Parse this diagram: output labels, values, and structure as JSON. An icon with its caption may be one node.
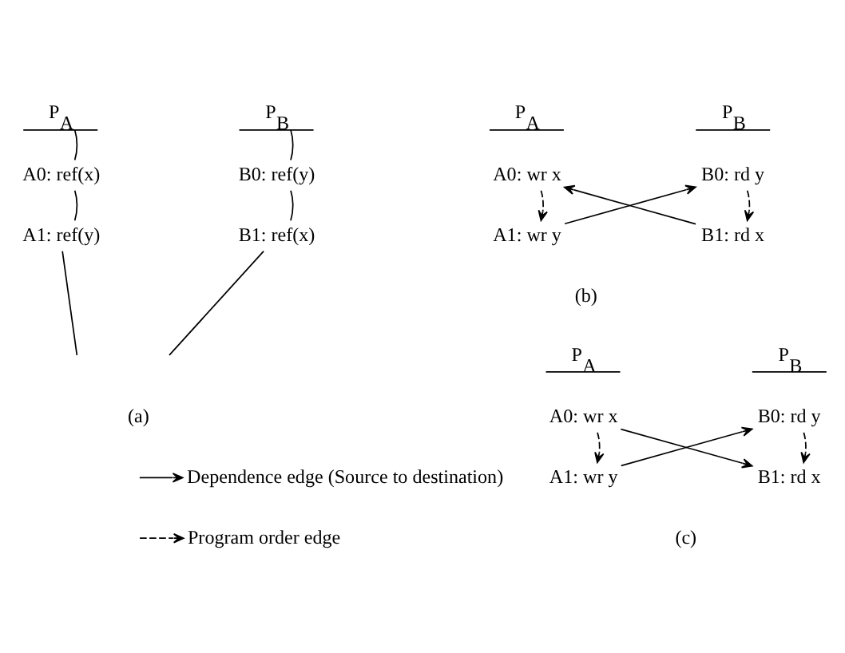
{
  "diagram": {
    "nodes": [
      {
        "text": [
          "P$_{A}$"
        ]
      },
      {
        "text": [
          "P$_{B}$"
        ]
      },
      {
        "text": [
          "A0: ref(x)"
        ]
      },
      {
        "text": [
          "B0: ref(y)"
        ]
      },
      {
        "text": [
          "A1: ref(y)"
        ]
      },
      {
        "text": [
          "B1: ref(x)"
        ]
      },
      {
        "text": [
          "P$_{A}$"
        ]
      },
      {
        "text": [
          "P$_{B}$"
        ]
      },
      {
        "text": [
          "A0: wr x"
        ]
      },
      {
        "text": [
          "B0: rd y"
        ]
      },
      {
        "text": [
          "A1: wr y"
        ]
      },
      {
        "text": [
          "B1: rd x"
        ]
      },
      {
        "text": [
          "P$_{A}$"
        ]
      },
      {
        "text": [
          "P$_{B}$"
        ]
      },
      {
        "text": [
          "A0: wr x"
        ]
      },
      {
        "text": [
          "B0: rd y"
        ]
      },
      {
        "text": [
          "A1: wr y"
        ]
      },
      {
        "text": [
          "B1: rd x"
        ]
      }
    ],
    "edges": [
      {
        "from": 0,
        "to": 2,
        "arrow": "none"
      },
      {
        "from": 2,
        "to": 4,
        "arrow": "none"
      },
      {
        "from": 4,
        "to": null,
        "arrow": "none"
      },
      {
        "from": 1,
        "to": 3,
        "arrow": "none"
      },
      {
        "from": 3,
        "to": 5,
        "arrow": "none"
      },
      {
        "from": 5,
        "to": null,
        "arrow": "none"
      },
      {
        "from": 8,
        "to": 10,
        "arrow": "to",
        "style": "dashed"
      },
      {
        "from": 9,
        "to": 11,
        "arrow": "to",
        "style": "dashed"
      },
      {
        "from": 10,
        "to": 9,
        "arrow": "to"
      },
      {
        "from": 11,
        "to": 8,
        "arrow": "to"
      },
      {
        "from": 14,
        "to": 16,
        "arrow": "to",
        "style": "dashed"
      },
      {
        "from": 15,
        "to": 17,
        "arrow": "to",
        "style": "dashed"
      },
      {
        "from": 14,
        "to": 17,
        "arrow": "to"
      },
      {
        "from": 16,
        "to": 15,
        "arrow": "to"
      }
    ],
    "labels": [
      "(a)",
      "(b)",
      "(c)"
    ],
    "legend": [
      {
        "text": "Dependence edge (Source to destination)"
      },
      {
        "text": "Program order edge"
      }
    ]
  }
}
